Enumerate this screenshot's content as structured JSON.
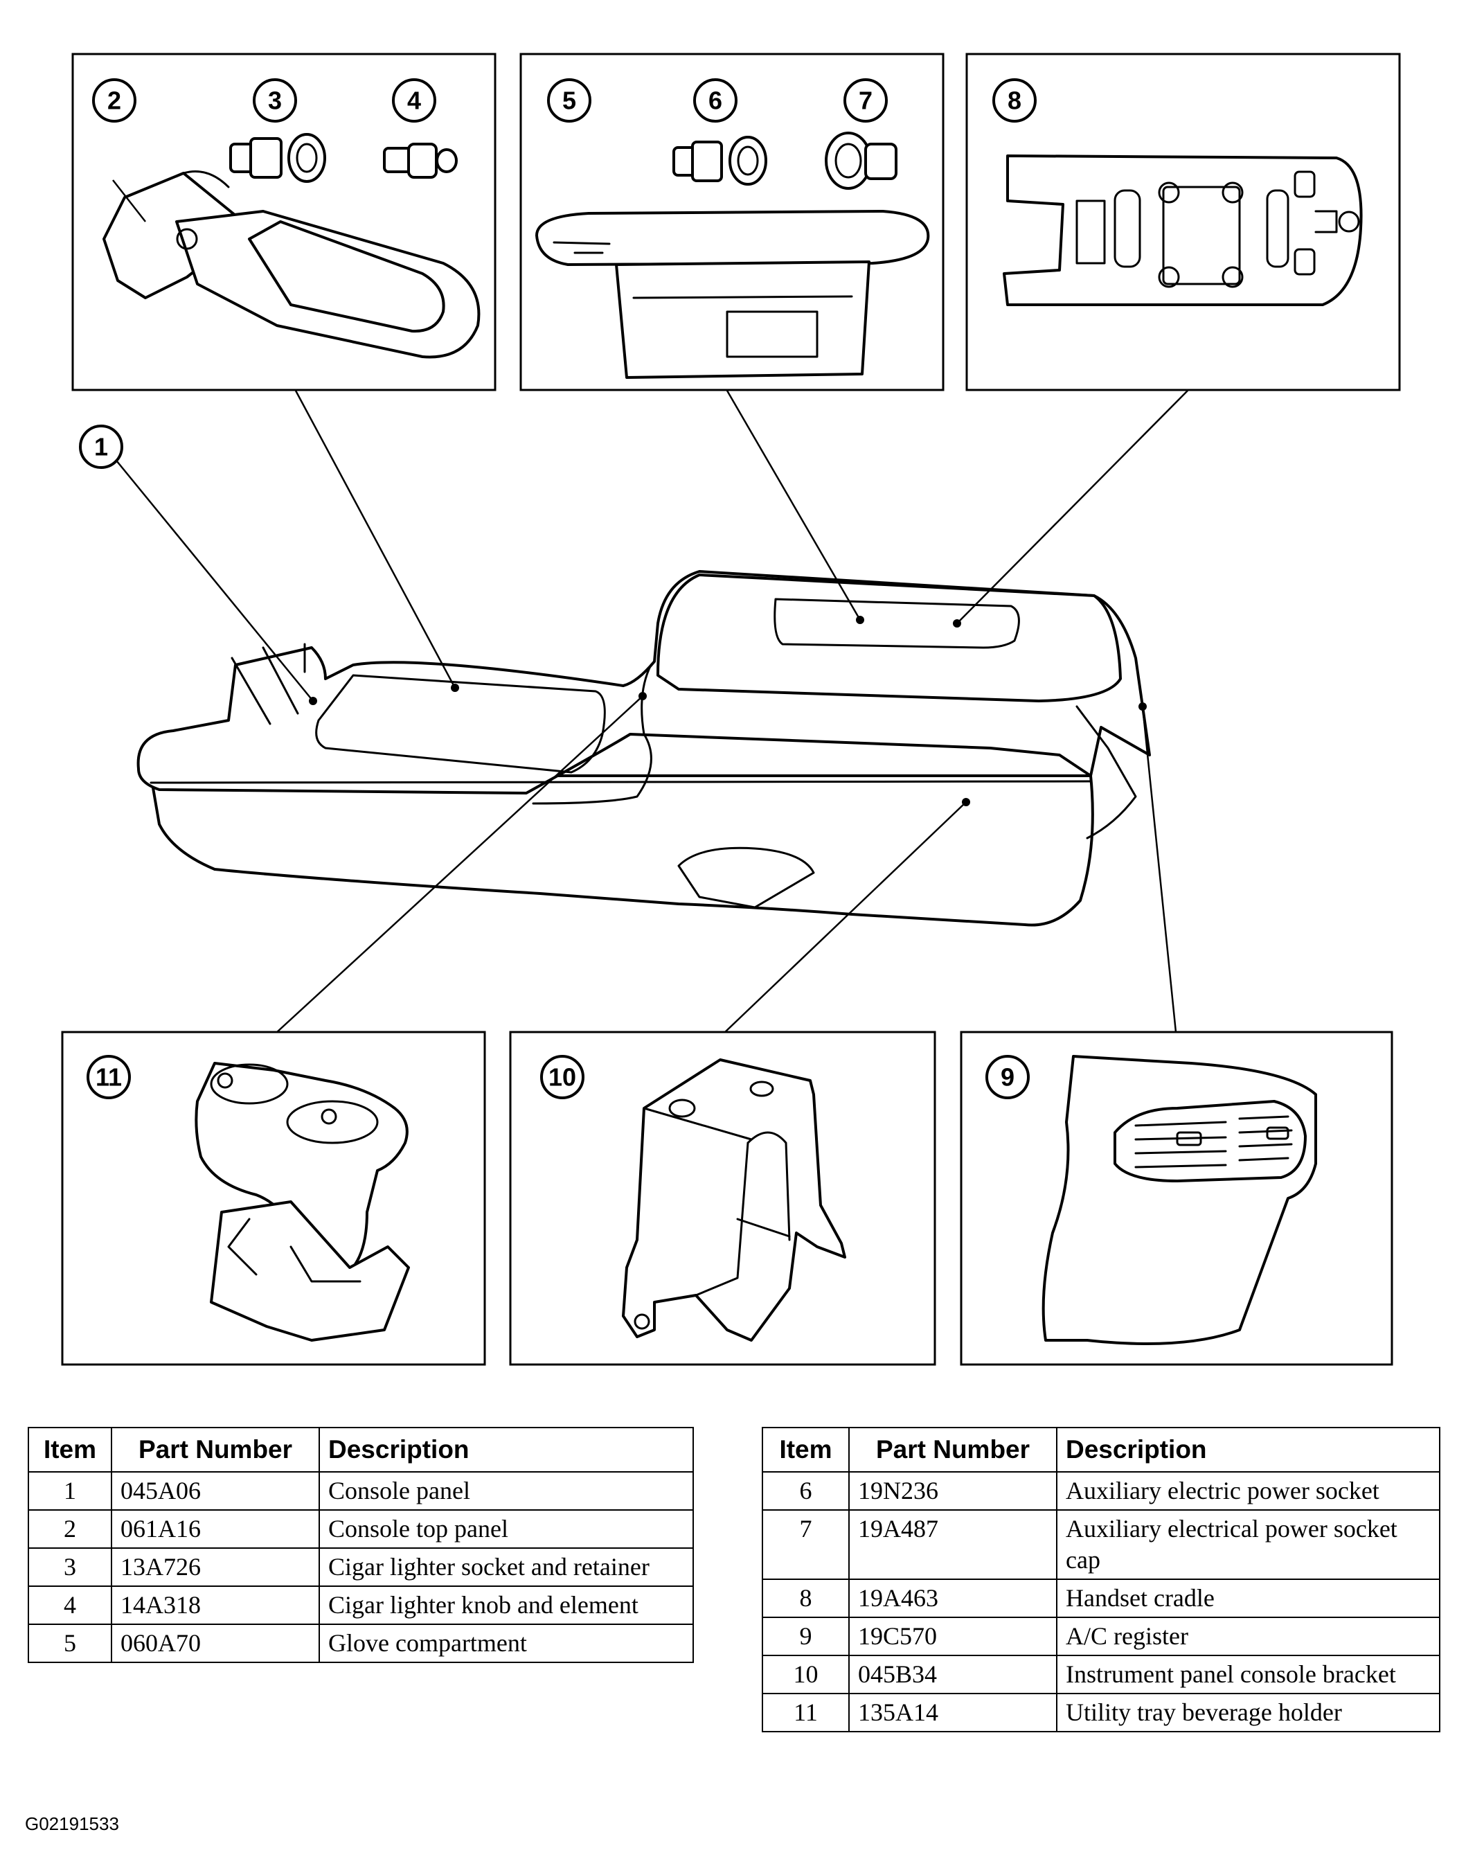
{
  "callouts": [
    "1",
    "2",
    "3",
    "4",
    "5",
    "6",
    "7",
    "8",
    "9",
    "10",
    "11"
  ],
  "table_headers": {
    "item": "Item",
    "part_number": "Part Number",
    "description": "Description"
  },
  "table_left": [
    {
      "item": "1",
      "part": "045A06",
      "desc": "Console panel"
    },
    {
      "item": "2",
      "part": "061A16",
      "desc": "Console top panel"
    },
    {
      "item": "3",
      "part": "13A726",
      "desc": "Cigar lighter socket and retainer"
    },
    {
      "item": "4",
      "part": "14A318",
      "desc": "Cigar lighter knob and element"
    },
    {
      "item": "5",
      "part": "060A70",
      "desc": "Glove compartment"
    }
  ],
  "table_right": [
    {
      "item": "6",
      "part": "19N236",
      "desc": "Auxiliary electric power socket"
    },
    {
      "item": "7",
      "part": "19A487",
      "desc": "Auxiliary electrical power socket cap"
    },
    {
      "item": "8",
      "part": "19A463",
      "desc": "Handset cradle"
    },
    {
      "item": "9",
      "part": "19C570",
      "desc": "A/C register"
    },
    {
      "item": "10",
      "part": "045B34",
      "desc": "Instrument panel console bracket"
    },
    {
      "item": "11",
      "part": "135A14",
      "desc": "Utility tray beverage holder"
    }
  ],
  "figure_id": "G02191533"
}
